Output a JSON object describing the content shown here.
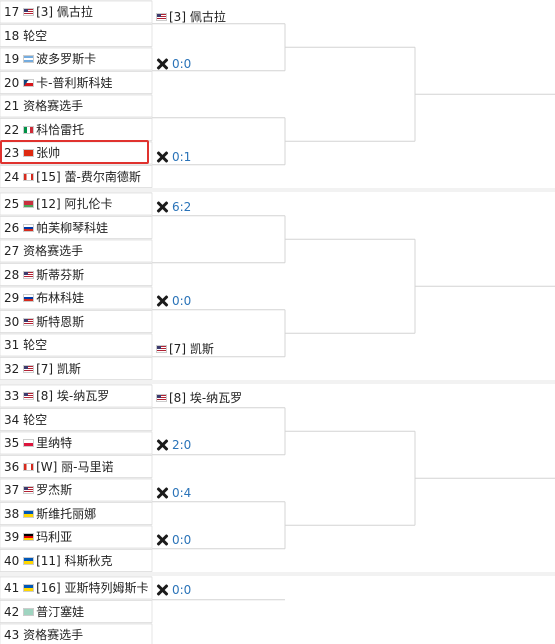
{
  "colors": {
    "block_bg": "#f2f2f2",
    "cell_bg": "#ffffff",
    "line": "#d4d4d4",
    "score": "#2a73b8",
    "highlight": "#e0322e"
  },
  "players": [
    {
      "no": "17",
      "label": "[3] 佩古拉",
      "flag": "usa"
    },
    {
      "no": "18",
      "label": "轮空",
      "flag": ""
    },
    {
      "no": "19",
      "label": "波多罗斯卡",
      "flag": "arg"
    },
    {
      "no": "20",
      "label": "卡-普利斯科娃",
      "flag": "cze"
    },
    {
      "no": "21",
      "label": "资格赛选手",
      "flag": ""
    },
    {
      "no": "22",
      "label": "科恰雷托",
      "flag": "ita"
    },
    {
      "no": "23",
      "label": "张帅",
      "flag": "chn"
    },
    {
      "no": "24",
      "label": "[15] 蕾-费尔南德斯",
      "flag": "can"
    },
    {
      "no": "25",
      "label": "[12] 阿扎伦卡",
      "flag": "blr"
    },
    {
      "no": "26",
      "label": "帕芙柳琴科娃",
      "flag": "rus"
    },
    {
      "no": "27",
      "label": "资格赛选手",
      "flag": ""
    },
    {
      "no": "28",
      "label": "斯蒂芬斯",
      "flag": "usa"
    },
    {
      "no": "29",
      "label": "布林科娃",
      "flag": "rus"
    },
    {
      "no": "30",
      "label": "斯特恩斯",
      "flag": "usa"
    },
    {
      "no": "31",
      "label": "轮空",
      "flag": ""
    },
    {
      "no": "32",
      "label": "[7] 凯斯",
      "flag": "usa"
    },
    {
      "no": "33",
      "label": "[8] 埃-纳瓦罗",
      "flag": "usa"
    },
    {
      "no": "34",
      "label": "轮空",
      "flag": ""
    },
    {
      "no": "35",
      "label": "里纳特",
      "flag": "pol"
    },
    {
      "no": "36",
      "label": "[W] 丽-马里诺",
      "flag": "can"
    },
    {
      "no": "37",
      "label": "罗杰斯",
      "flag": "usa"
    },
    {
      "no": "38",
      "label": "斯维托丽娜",
      "flag": "ukr"
    },
    {
      "no": "39",
      "label": "玛利亚",
      "flag": "ger"
    },
    {
      "no": "40",
      "label": "[11] 科斯秋克",
      "flag": "ukr"
    },
    {
      "no": "41",
      "label": "[16] 亚斯特列姆斯卡",
      "flag": "ukr"
    },
    {
      "no": "42",
      "label": "普汀塞娃",
      "flag": "kaz"
    },
    {
      "no": "43",
      "label": "资格赛选手",
      "flag": ""
    }
  ],
  "highlighted_no": "23",
  "round2": [
    {
      "type": "name",
      "text": "[3] 佩古拉",
      "flag": "usa"
    },
    {
      "type": "score",
      "text": "0:0"
    },
    {
      "type": "score",
      "text": "0:1"
    },
    {
      "type": "score",
      "text": "6:2"
    },
    {
      "type": "score",
      "text": "0:0"
    },
    {
      "type": "name",
      "text": "[7] 凯斯",
      "flag": "usa"
    },
    {
      "type": "name",
      "text": "[8] 埃-纳瓦罗",
      "flag": "usa"
    },
    {
      "type": "score",
      "text": "2:0"
    },
    {
      "type": "score",
      "text": "0:4"
    },
    {
      "type": "score",
      "text": "0:0"
    },
    {
      "type": "score",
      "text": "0:0"
    }
  ],
  "icons": {
    "vs": "crossed-rackets-icon",
    "flags": [
      "usa",
      "arg",
      "cze",
      "ita",
      "chn",
      "can",
      "blr",
      "rus",
      "pol",
      "ukr",
      "ger",
      "kaz"
    ]
  }
}
